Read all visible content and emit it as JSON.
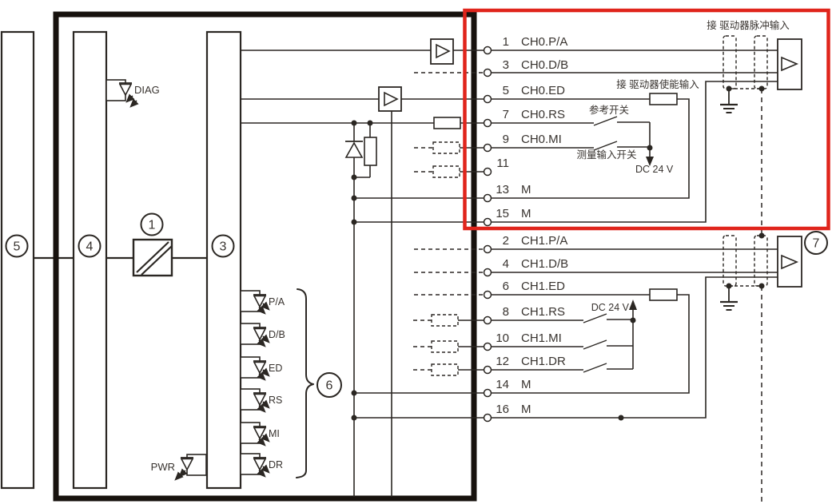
{
  "colors": {
    "line": "#2b2723",
    "thick_border": "#17120e",
    "highlight_red": "#e0251c",
    "text": "#38332f"
  },
  "callouts": {
    "n5": "5",
    "n4": "4",
    "n1": "1",
    "n3": "3",
    "n6": "6",
    "n7": "7"
  },
  "labels": {
    "pulse_header": "接 驱动器脉冲输入",
    "enable_header": "接 驱动器使能输入",
    "reference_switch": "参考开关",
    "measuring_switch": "测量输入开关",
    "dc24_ch0": "DC 24 V",
    "dc24_ch1": "DC 24 V",
    "diag_led": "DIAG",
    "pwr_led": "PWR"
  },
  "channel_leds": [
    "P/A",
    "D/B",
    "ED",
    "RS",
    "MI",
    "DR"
  ],
  "pins_ch0": [
    {
      "num": "1",
      "name": "CH0.P/A"
    },
    {
      "num": "3",
      "name": "CH0.D/B"
    },
    {
      "num": "5",
      "name": "CH0.ED"
    },
    {
      "num": "7",
      "name": "CH0.RS"
    },
    {
      "num": "9",
      "name": "CH0.MI"
    },
    {
      "num": "11",
      "name": ""
    },
    {
      "num": "13",
      "name": "M"
    },
    {
      "num": "15",
      "name": "M"
    }
  ],
  "pins_ch1": [
    {
      "num": "2",
      "name": "CH1.P/A"
    },
    {
      "num": "4",
      "name": "CH1.D/B"
    },
    {
      "num": "6",
      "name": "CH1.ED"
    },
    {
      "num": "8",
      "name": "CH1.RS"
    },
    {
      "num": "10",
      "name": "CH1.MI"
    },
    {
      "num": "12",
      "name": "CH1.DR"
    },
    {
      "num": "14",
      "name": "M"
    },
    {
      "num": "16",
      "name": "M"
    }
  ]
}
